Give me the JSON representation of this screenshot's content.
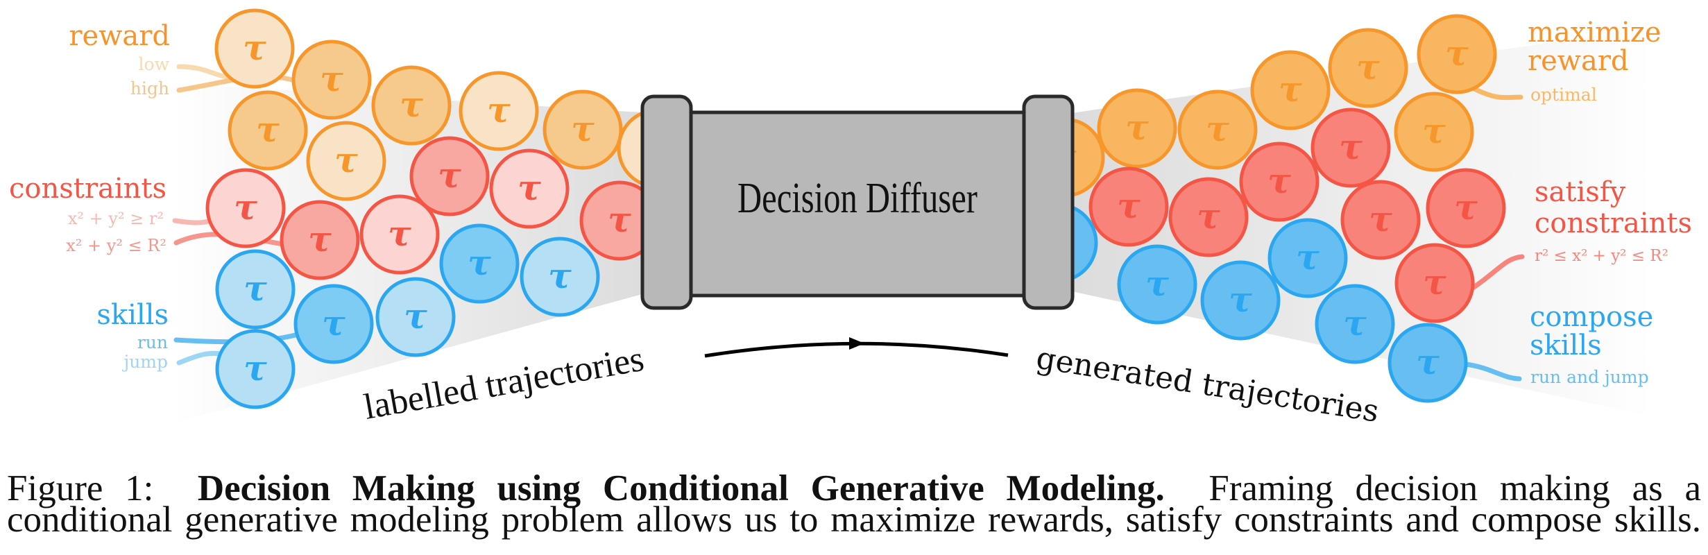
{
  "colors": {
    "reward": {
      "stroke": "#f7962a",
      "light": "#f9e3c6",
      "mid": "#f6ca8c",
      "dark": "#f8b661",
      "text_main": "#f7932a",
      "text_low": "#f9d9b0",
      "text_high": "#f6c58a",
      "optimal": "#f9b867"
    },
    "constraint": {
      "stroke": "#f55545",
      "light": "#fcd4d2",
      "mid": "#f6a8a1",
      "dark": "#f8837a",
      "text_main": "#f55545",
      "text_a": "#f9b7b1",
      "text_b": "#f5958c",
      "text_goal": "#f8857d"
    },
    "skill": {
      "stroke": "#2ba6f0",
      "light": "#b4dff5",
      "mid": "#7ecbf3",
      "dark": "#66bff0",
      "text_main": "#2ba6f0",
      "text_run": "#66bff0",
      "text_jump": "#9dd6f5",
      "text_goal": "#66bff0"
    },
    "box_fill": "#b8b8b8",
    "box_stroke": "#2a2a2a"
  },
  "trajectory_symbol": "τ",
  "left_labels": {
    "reward": {
      "title": "reward",
      "items": [
        "low",
        "high"
      ]
    },
    "constraints": {
      "title": "constraints",
      "items": [
        "x² + y² ≥ r²",
        "x² + y² ≤ R²"
      ]
    },
    "skills": {
      "title": "skills",
      "items": [
        "run",
        "jump"
      ]
    }
  },
  "right_labels": {
    "reward": {
      "title_lines": [
        "maximize",
        "reward"
      ],
      "item": "optimal"
    },
    "constraints": {
      "title_lines": [
        "satisfy",
        "constraints"
      ],
      "item": "r² ≤ x² + y² ≤ R²"
    },
    "skills": {
      "title_lines": [
        "compose",
        "skills"
      ],
      "item": "run and jump"
    }
  },
  "model": {
    "label": "Decision Diffuser"
  },
  "flow": {
    "input_label": "labelled trajectories",
    "output_label": "generated trajectories"
  },
  "input_trajectories": [
    {
      "group": "reward",
      "shade": "light"
    },
    {
      "group": "reward",
      "shade": "mid"
    },
    {
      "group": "reward",
      "shade": "mid"
    },
    {
      "group": "reward",
      "shade": "light"
    },
    {
      "group": "reward",
      "shade": "mid"
    },
    {
      "group": "reward",
      "shade": "light"
    },
    {
      "group": "reward",
      "shade": "mid"
    },
    {
      "group": "reward",
      "shade": "light"
    },
    {
      "group": "constraint",
      "shade": "light"
    },
    {
      "group": "constraint",
      "shade": "mid"
    },
    {
      "group": "constraint",
      "shade": "light"
    },
    {
      "group": "constraint",
      "shade": "mid"
    },
    {
      "group": "constraint",
      "shade": "light"
    },
    {
      "group": "constraint",
      "shade": "mid"
    },
    {
      "group": "skill",
      "shade": "light"
    },
    {
      "group": "skill",
      "shade": "mid"
    },
    {
      "group": "skill",
      "shade": "light"
    },
    {
      "group": "skill",
      "shade": "mid"
    },
    {
      "group": "skill",
      "shade": "light"
    },
    {
      "group": "skill",
      "shade": "light"
    }
  ],
  "output_trajectories": [
    {
      "group": "reward",
      "shade": "dark"
    },
    {
      "group": "reward",
      "shade": "dark"
    },
    {
      "group": "reward",
      "shade": "dark"
    },
    {
      "group": "reward",
      "shade": "dark"
    },
    {
      "group": "reward",
      "shade": "dark"
    },
    {
      "group": "reward",
      "shade": "dark"
    },
    {
      "group": "reward",
      "shade": "dark"
    },
    {
      "group": "constraint",
      "shade": "dark"
    },
    {
      "group": "constraint",
      "shade": "dark"
    },
    {
      "group": "constraint",
      "shade": "dark"
    },
    {
      "group": "constraint",
      "shade": "dark"
    },
    {
      "group": "constraint",
      "shade": "dark"
    },
    {
      "group": "constraint",
      "shade": "dark"
    },
    {
      "group": "constraint",
      "shade": "dark"
    },
    {
      "group": "skill",
      "shade": "dark"
    },
    {
      "group": "skill",
      "shade": "dark"
    },
    {
      "group": "skill",
      "shade": "dark"
    },
    {
      "group": "skill",
      "shade": "dark"
    },
    {
      "group": "skill",
      "shade": "dark"
    },
    {
      "group": "skill",
      "shade": "dark"
    }
  ],
  "caption": {
    "figure_label": "Figure 1:",
    "title": "Decision Making using Conditional Generative Modeling.",
    "line1_rest": "Framing decision making as a",
    "line2": "conditional generative modeling problem allows us to maximize rewards, satisfy constraints and compose skills."
  }
}
